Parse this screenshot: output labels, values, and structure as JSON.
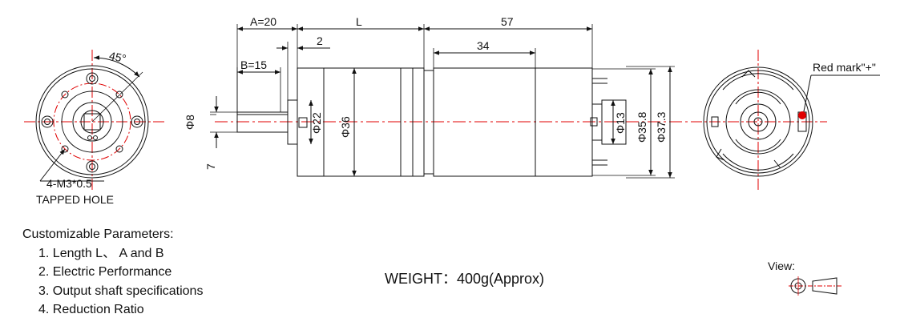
{
  "drawing": {
    "front_view": {
      "angle_label": "45°",
      "hole_label": "4-M3*0.5",
      "tapped_label": "TAPPED HOLE"
    },
    "side_view": {
      "dim_a": "A=20",
      "dim_l": "L",
      "dim_57": "57",
      "dim_2": "2",
      "dim_34": "34",
      "dim_b": "B=15",
      "dim_shaft_dia": "Φ8",
      "dim_flat": "7",
      "dim_boss_dia": "Φ22",
      "dim_gearbox_dia": "Φ36",
      "dim_bearing_dia": "Φ13",
      "dim_motor_dia": "Φ35.8",
      "dim_end_dia": "Φ37.3"
    },
    "rear_view": {
      "red_mark_label": "Red mark\"+\"",
      "red_mark_color": "#e00000"
    }
  },
  "params": {
    "title": "Customizable Parameters:",
    "items": [
      "1. Length  L、 A and B",
      "2. Electric Performance",
      "3. Output shaft specifications",
      "4. Reduction Ratio"
    ]
  },
  "weight": "WEIGHT：400g(Approx)",
  "view_label": "View:",
  "colors": {
    "line": "#111111",
    "centerline": "#e00000",
    "hatch": "#555555"
  }
}
